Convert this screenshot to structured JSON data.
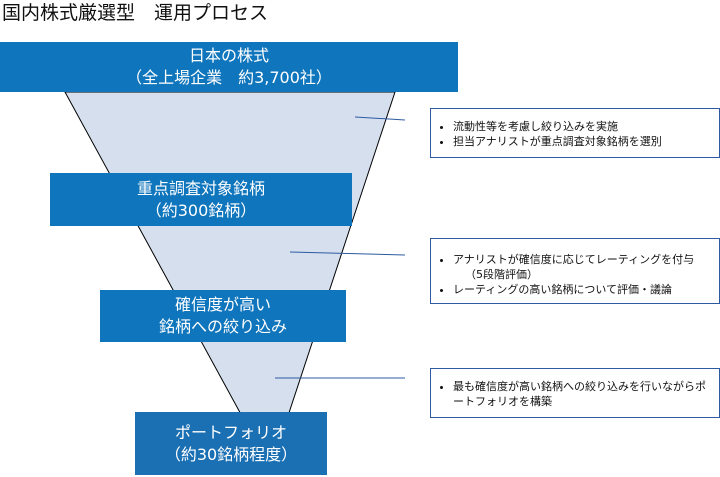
{
  "title": "国内株式厳選型　運用プロセス",
  "stages": [
    {
      "line1": "日本の株式",
      "line2": "（全上場企業　約3,700社）"
    },
    {
      "line1": "重点調査対象銘柄",
      "line2": "（約300銘柄）"
    },
    {
      "line1": "確信度が高い",
      "line2": "銘柄への絞り込み"
    },
    {
      "line1": "ポートフォリオ",
      "line2": "（約30銘柄程度）"
    }
  ],
  "notes": [
    {
      "items": [
        "流動性等を考慮し絞り込みを実施",
        "担当アナリストが重点調査対象銘柄を選別"
      ]
    },
    {
      "items": [
        "アナリストが確信度に応じてレーティングを付与",
        "レーティングの高い銘柄について評価・議論"
      ],
      "item0_sub": "（5段階評価）"
    },
    {
      "items": [
        "最も確信度が高い銘柄への絞り込みを行いながらポートフォリオを構築"
      ]
    }
  ],
  "colors": {
    "box": "#0f75bc",
    "funnel": "#d5dfee",
    "note_border": "#2d5aa0"
  }
}
